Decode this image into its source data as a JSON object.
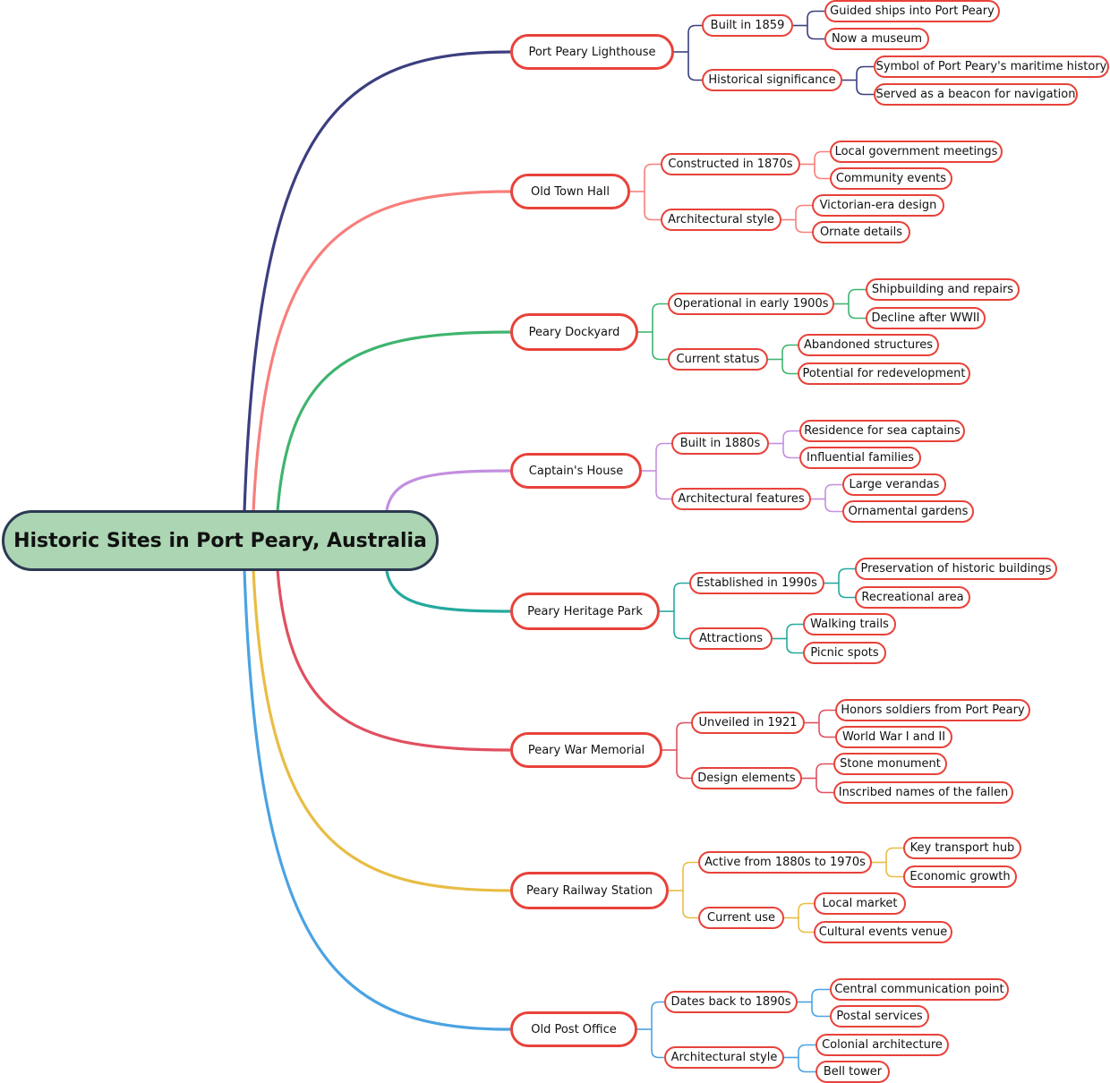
{
  "root": {
    "label": "Historic Sites in Port Peary, Australia"
  },
  "branches": [
    {
      "label": "Port Peary Lighthouse",
      "color": "#3b3f7f",
      "children": [
        {
          "label": "Built in 1859",
          "children": [
            "Guided ships into Port Peary",
            "Now a museum"
          ]
        },
        {
          "label": "Historical significance",
          "children": [
            "Symbol of Port Peary's maritime history",
            "Served as a beacon for navigation"
          ]
        }
      ]
    },
    {
      "label": "Old Town Hall",
      "color": "#f77f7c",
      "children": [
        {
          "label": "Constructed in 1870s",
          "children": [
            "Local government meetings",
            "Community events"
          ]
        },
        {
          "label": "Architectural style",
          "children": [
            "Victorian-era design",
            "Ornate details"
          ]
        }
      ]
    },
    {
      "label": "Peary Dockyard",
      "color": "#3fb46f",
      "children": [
        {
          "label": "Operational in early 1900s",
          "children": [
            "Shipbuilding and repairs",
            "Decline after WWII"
          ]
        },
        {
          "label": "Current status",
          "children": [
            "Abandoned structures",
            "Potential for redevelopment"
          ]
        }
      ]
    },
    {
      "label": "Captain's House",
      "color": "#c38fe0",
      "children": [
        {
          "label": "Built in 1880s",
          "children": [
            "Residence for sea captains",
            "Influential families"
          ]
        },
        {
          "label": "Architectural features",
          "children": [
            "Large verandas",
            "Ornamental gardens"
          ]
        }
      ]
    },
    {
      "label": "Peary Heritage Park",
      "color": "#24a99e",
      "children": [
        {
          "label": "Established in 1990s",
          "children": [
            "Preservation of historic buildings",
            "Recreational area"
          ]
        },
        {
          "label": "Attractions",
          "children": [
            "Walking trails",
            "Picnic spots"
          ]
        }
      ]
    },
    {
      "label": "Peary War Memorial",
      "color": "#e05060",
      "children": [
        {
          "label": "Unveiled in 1921",
          "children": [
            "Honors soldiers from Port Peary",
            "World War I and II"
          ]
        },
        {
          "label": "Design elements",
          "children": [
            "Stone monument",
            "Inscribed names of the fallen"
          ]
        }
      ]
    },
    {
      "label": "Peary Railway Station",
      "color": "#e8bd45",
      "children": [
        {
          "label": "Active from 1880s to 1970s",
          "children": [
            "Key transport hub",
            "Economic growth"
          ]
        },
        {
          "label": "Current use",
          "children": [
            "Local market",
            "Cultural events venue"
          ]
        }
      ]
    },
    {
      "label": "Old Post Office",
      "color": "#4aa3e2",
      "children": [
        {
          "label": "Dates back to 1890s",
          "children": [
            "Central communication point",
            "Postal services"
          ]
        },
        {
          "label": "Architectural style",
          "children": [
            "Colonial architecture",
            "Bell tower"
          ]
        }
      ]
    }
  ]
}
